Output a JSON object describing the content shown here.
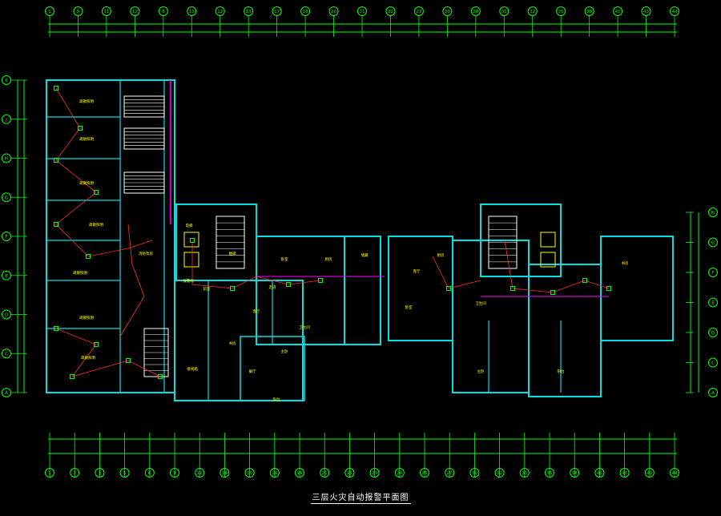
{
  "drawing": {
    "caption": "三层火灾自动报警平面图",
    "colors": {
      "background": "#000000",
      "wall": "#00e0e0",
      "dimension": "#00ff00",
      "device": "#ff3030",
      "text": "#ffff00",
      "stair": "#ffffff",
      "accent": "#ff00ff"
    },
    "top_axes": [
      "1",
      "5",
      "11",
      "12",
      "8",
      "10",
      "12",
      "13",
      "17",
      "18",
      "20",
      "21",
      "22",
      "23",
      "26",
      "28",
      "31",
      "32",
      "35",
      "38",
      "41",
      "43",
      "44"
    ],
    "bottom_axes": [
      "1",
      "2",
      "3",
      "5",
      "6",
      "9",
      "12",
      "14",
      "15",
      "16",
      "19",
      "21",
      "22",
      "23",
      "24",
      "25",
      "27",
      "30",
      "32",
      "33",
      "35",
      "38",
      "40",
      "41",
      "43",
      "44"
    ],
    "left_axes": [
      "K",
      "J",
      "H",
      "G",
      "F",
      "E",
      "D",
      "C",
      "A"
    ],
    "right_axes": [
      "H",
      "G",
      "F",
      "E",
      "D",
      "C",
      "A"
    ],
    "room_labels": [
      "楼梯",
      "前室",
      "客厅",
      "卧室",
      "厨房",
      "卫生间",
      "餐厅",
      "书房",
      "主卧",
      "阳台",
      "电梯",
      "走道",
      "储藏",
      "客厅",
      "卧室",
      "厨房",
      "卫生间",
      "主卧",
      "阳台",
      "书房"
    ],
    "device_labels": [
      "疏散照明",
      "疏散照明",
      "疏散照明",
      "疏散照明",
      "疏散照明",
      "疏散照明",
      "疏散照明",
      "消防泵房",
      "报警阀",
      "接线箱"
    ]
  }
}
